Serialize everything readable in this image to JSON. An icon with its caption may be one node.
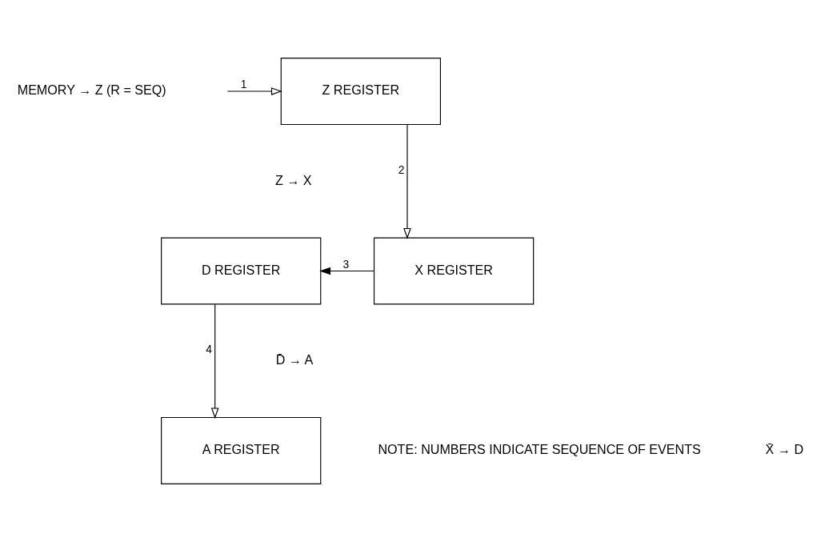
{
  "diagram": {
    "nodes": [
      {
        "text": [
          "Z REGISTER"
        ]
      },
      {
        "text": [
          "X REGISTER"
        ]
      },
      {
        "text": [
          "D REGISTER"
        ]
      },
      {
        "text": [
          "A REGISTER"
        ]
      }
    ],
    "edges": [
      {
        "from": null,
        "to": 0,
        "arrow": "to",
        "label": "1"
      },
      {
        "from": 0,
        "to": 1,
        "arrow": "to",
        "label": "2"
      },
      {
        "from": 1,
        "to": 2,
        "arrow": "to",
        "label": "3"
      },
      {
        "from": 2,
        "to": 3,
        "arrow": "to",
        "label": "4"
      }
    ],
    "labels": [
      "MEMORY → Z (R = SEQ)",
      "Z → X",
      "X̄ → D",
      "D̄ → A",
      "NOTE: NUMBERS INDICATE SEQUENCE OF EVENTS"
    ]
  }
}
